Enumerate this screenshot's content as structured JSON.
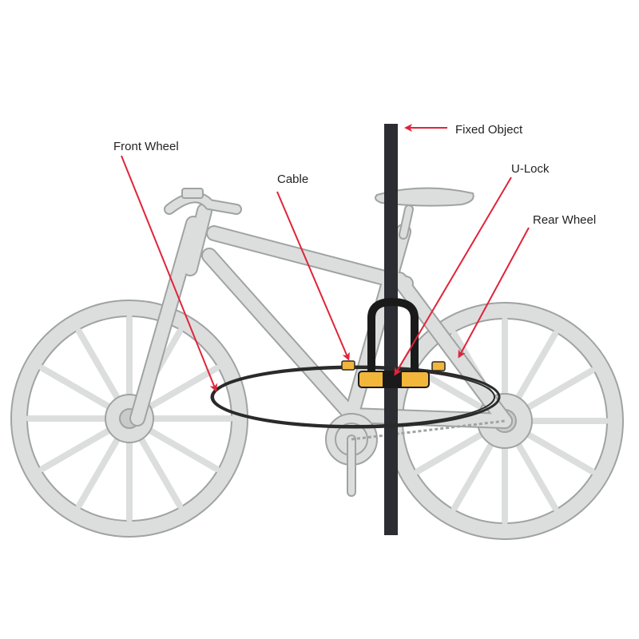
{
  "labels": {
    "fixed_object": "Fixed Object",
    "front_wheel": "Front Wheel",
    "cable": "Cable",
    "u_lock": "U-Lock",
    "rear_wheel": "Rear Wheel"
  },
  "colors": {
    "bike_fill": "#dcdedd",
    "bike_stroke": "#9fa3a2",
    "pole": "#2b2d33",
    "cable": "#2a2a2a",
    "lock_yellow": "#f2b63a",
    "arrow_red": "#e0243a",
    "label_text": "#231f20"
  }
}
